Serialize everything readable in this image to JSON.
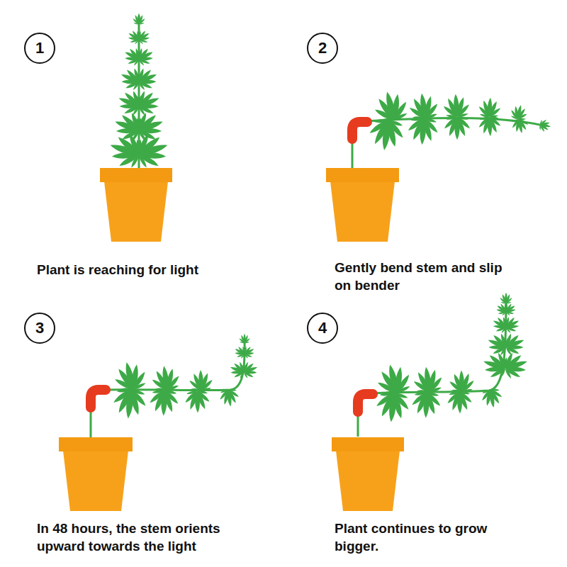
{
  "diagram": {
    "nodes": [
      {
        "text": [
          "1"
        ]
      },
      {
        "text": [
          "2"
        ]
      },
      {
        "text": [
          "3"
        ]
      },
      {
        "text": [
          "4"
        ]
      }
    ],
    "labels": [
      "Plant is reaching for light",
      "Gently bend stem and slip on bender",
      "In 48 hours, the stem orients upward towards the light",
      "Plant continues to grow bigger."
    ]
  }
}
